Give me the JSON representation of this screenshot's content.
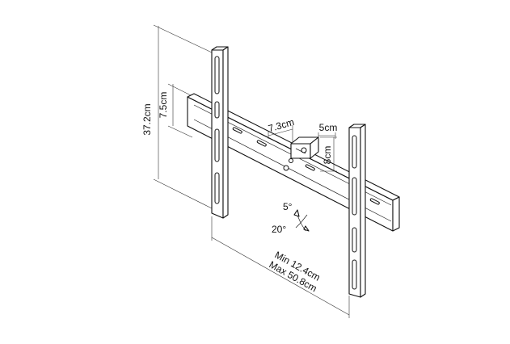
{
  "diagram": {
    "dimensions": {
      "overall_height": "37.2cm",
      "rail_height": "7.5cm",
      "arm_depth": "7.3cm",
      "bracket_width": "5cm",
      "bracket_height": "8cm",
      "tilt_up": "5°",
      "tilt_down": "20°",
      "width_min": "Min 12.4cm",
      "width_max": "Max 50.8cm"
    }
  }
}
